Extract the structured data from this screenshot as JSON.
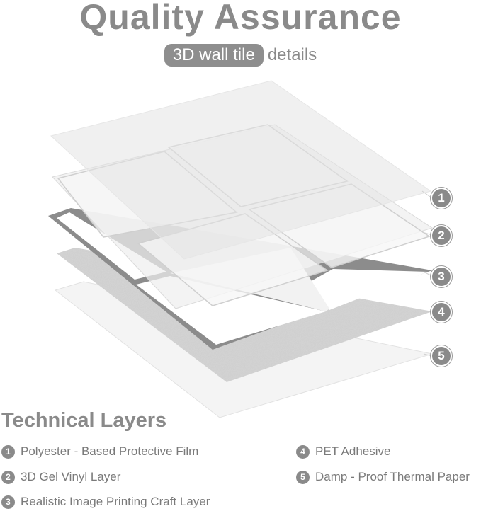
{
  "header": {
    "title": "Quality Assurance",
    "pill": "3D wall tile",
    "details": "details"
  },
  "badges": [
    "1",
    "2",
    "3",
    "4",
    "5"
  ],
  "legend": {
    "title": "Technical Layers",
    "items": [
      {
        "num": "1",
        "label": "Polyester - Based Protective Film"
      },
      {
        "num": "2",
        "label": "3D Gel Vinyl Layer"
      },
      {
        "num": "3",
        "label": "Realistic Image Printing Craft Layer"
      },
      {
        "num": "4",
        "label": "PET Adhesive"
      },
      {
        "num": "5",
        "label": "Damp - Proof Thermal Paper"
      }
    ]
  },
  "colors": {
    "badge": "#8a8a8a",
    "text": "#7a7a7a",
    "layer_gray": "#8c8c8c"
  }
}
